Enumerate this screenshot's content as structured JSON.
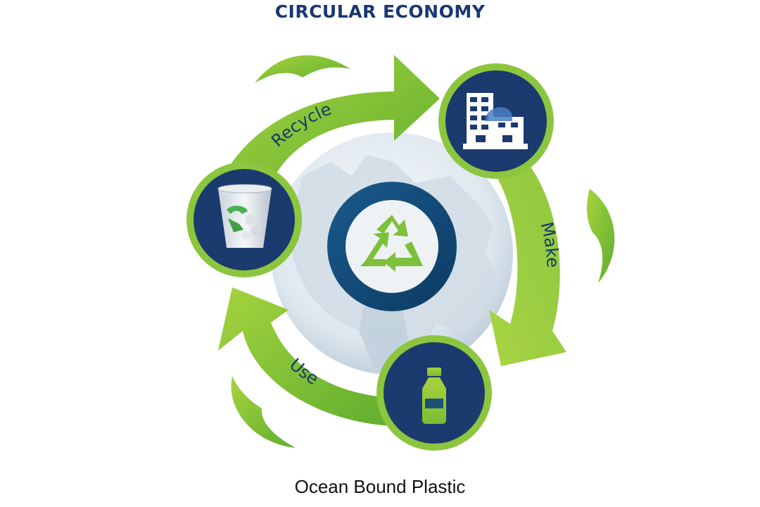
{
  "title": "CIRCULAR ECONOMY",
  "caption": "Ocean Bound Plastic",
  "cycle": {
    "stages": [
      {
        "label": "Recycle",
        "icon": "trash-bin-icon"
      },
      {
        "label": "Make",
        "icon": "factory-building-icon"
      },
      {
        "label": "Use",
        "icon": "plastic-bottle-icon"
      }
    ],
    "center_icon": "recycle-triangle-icon",
    "background": "globe-map"
  },
  "colors": {
    "navy": "#1b3a6e",
    "ring_navy": "#0f4a78",
    "green_light": "#9ccc3c",
    "green_dark": "#5daa2c",
    "globe": "#e4edf3",
    "title": "#1a3772"
  }
}
